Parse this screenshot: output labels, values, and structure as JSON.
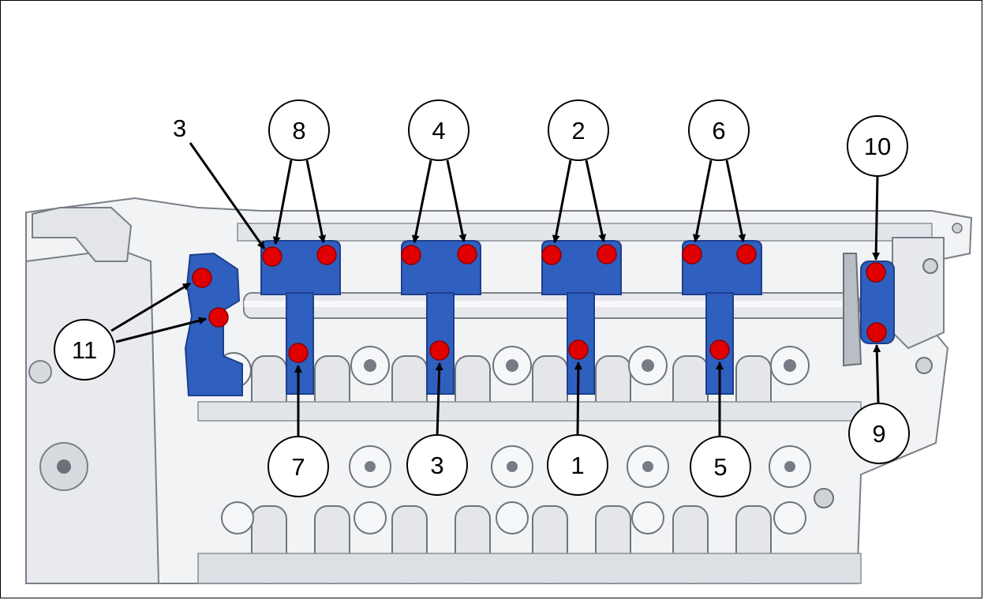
{
  "colors": {
    "bearing_cap": "#2F5FBF",
    "bearing_cap_dark": "#1E3F8C",
    "bolt": "#E00000",
    "engine_light": "#F2F3F5",
    "engine_mid": "#C9CDD3",
    "engine_dark": "#7A7F87",
    "line": "#000000"
  },
  "callouts": {
    "c8": "8",
    "c4": "4",
    "c2": "2",
    "c6": "6",
    "c10": "10",
    "c11": "11",
    "c7": "7",
    "c3": "3",
    "c1": "1",
    "c5": "5",
    "c9": "9"
  },
  "labels": {
    "plain_3": "3"
  },
  "icons": {
    "bolt": "bolt-marker",
    "bearing_cap": "camshaft-bearing-cap"
  }
}
